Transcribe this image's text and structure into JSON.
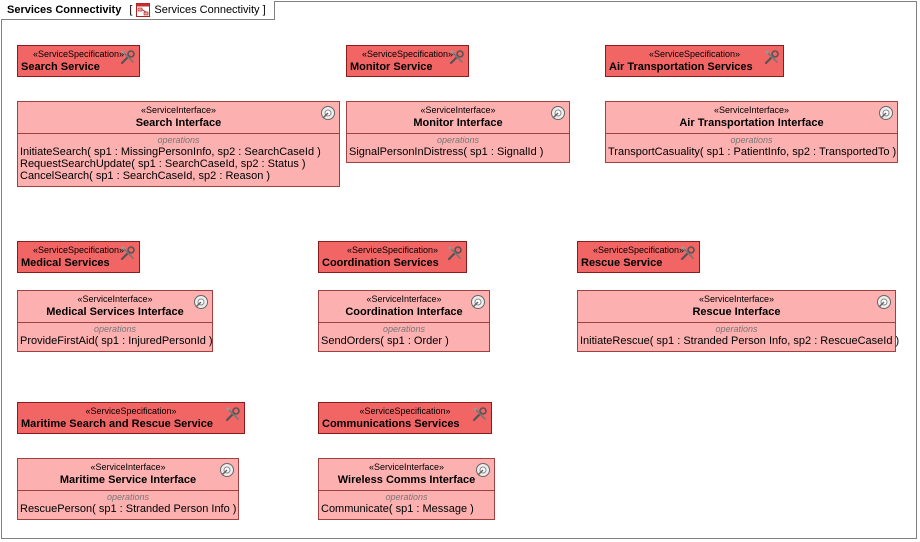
{
  "frame": {
    "title": "Services Connectivity",
    "bracket_open": "[",
    "diagram_name": "Services Connectivity",
    "bracket_close": "]",
    "diagram_icon": "diagram-icon"
  },
  "ops_label": "operations",
  "specifications": [
    {
      "stereotype": "«ServiceSpecification»",
      "name": "Search Service",
      "icon": "tools-icon"
    },
    {
      "stereotype": "«ServiceSpecification»",
      "name": "Monitor Service",
      "icon": "tools-icon"
    },
    {
      "stereotype": "«ServiceSpecification»",
      "name": "Air Transportation Services",
      "icon": "tools-icon"
    },
    {
      "stereotype": "«ServiceSpecification»",
      "name": "Medical Services",
      "icon": "tools-icon"
    },
    {
      "stereotype": "«ServiceSpecification»",
      "name": "Coordination Services",
      "icon": "tools-icon"
    },
    {
      "stereotype": "«ServiceSpecification»",
      "name": "Rescue Service",
      "icon": "tools-icon"
    },
    {
      "stereotype": "«ServiceSpecification»",
      "name": "Maritime Search and Rescue Service",
      "icon": "tools-icon"
    },
    {
      "stereotype": "«ServiceSpecification»",
      "name": "Communications Services",
      "icon": "tools-icon"
    }
  ],
  "interfaces": [
    {
      "stereotype": "«ServiceInterface»",
      "name": "Search Interface",
      "icon": "interface-icon",
      "operations": [
        "InitiateSearch( sp1 : MissingPersonInfo, sp2 : SearchCaseId )",
        "RequestSearchUpdate( sp1 : SearchCaseId, sp2 : Status )",
        "CancelSearch( sp1 : SearchCaseId, sp2 : Reason )"
      ]
    },
    {
      "stereotype": "«ServiceInterface»",
      "name": "Monitor Interface",
      "icon": "interface-icon",
      "operations": [
        "SignalPersonInDistress( sp1 : SignalId )"
      ]
    },
    {
      "stereotype": "«ServiceInterface»",
      "name": "Air Transportation Interface",
      "icon": "interface-icon",
      "operations": [
        "TransportCasuality( sp1 : PatientInfo, sp2 : TransportedTo )"
      ]
    },
    {
      "stereotype": "«ServiceInterface»",
      "name": "Medical Services Interface",
      "icon": "interface-icon",
      "operations": [
        "ProvideFirstAid( sp1 : InjuredPersonId )"
      ]
    },
    {
      "stereotype": "«ServiceInterface»",
      "name": "Coordination Interface",
      "icon": "interface-icon",
      "operations": [
        "SendOrders( sp1 : Order )"
      ]
    },
    {
      "stereotype": "«ServiceInterface»",
      "name": "Rescue Interface",
      "icon": "interface-icon",
      "operations": [
        "InitiateRescue( sp1 : Stranded Person Info, sp2 : RescueCaseId )"
      ]
    },
    {
      "stereotype": "«ServiceInterface»",
      "name": "Maritime Service Interface",
      "icon": "interface-icon",
      "operations": [
        "RescuePerson( sp1 : Stranded Person Info )"
      ]
    },
    {
      "stereotype": "«ServiceInterface»",
      "name": "Wireless Comms Interface",
      "icon": "interface-icon",
      "operations": [
        "Communicate( sp1 : Message )"
      ]
    }
  ],
  "colors": {
    "spec_fill": "#f26565",
    "interface_fill": "#fdb0b0",
    "border": "#8a1c1c"
  }
}
